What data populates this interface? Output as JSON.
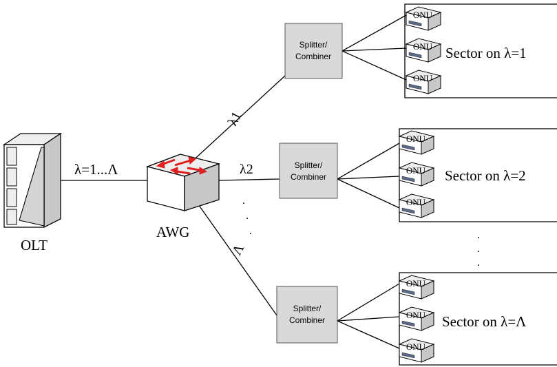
{
  "olt": {
    "label": "OLT"
  },
  "awg": {
    "label": "AWG"
  },
  "feeder": {
    "label": "λ=1...Λ"
  },
  "branches": [
    {
      "wavelength_label": "λ1",
      "splitter_label": [
        "Splitter/",
        "Combiner"
      ],
      "sector_label": "Sector on λ=1"
    },
    {
      "wavelength_label": "λ2",
      "splitter_label": [
        "Splitter/",
        "Combiner"
      ],
      "sector_label": "Sector on λ=2"
    },
    {
      "wavelength_label": "Λ",
      "splitter_label": [
        "Splitter/",
        "Combiner"
      ],
      "sector_label": "Sector on λ=Λ"
    }
  ],
  "onu": {
    "label": "ONU",
    "per_sector": 3
  },
  "ellipsis": ".",
  "colors": {
    "line": "#000000",
    "device_front": "#ffffff",
    "device_side": "#c8c8c8",
    "device_top": "#eeeeee",
    "splitter_fill": "#d9d9d9",
    "awg_arrow": "#e02020",
    "onu_panel": "#5a6a8a"
  }
}
